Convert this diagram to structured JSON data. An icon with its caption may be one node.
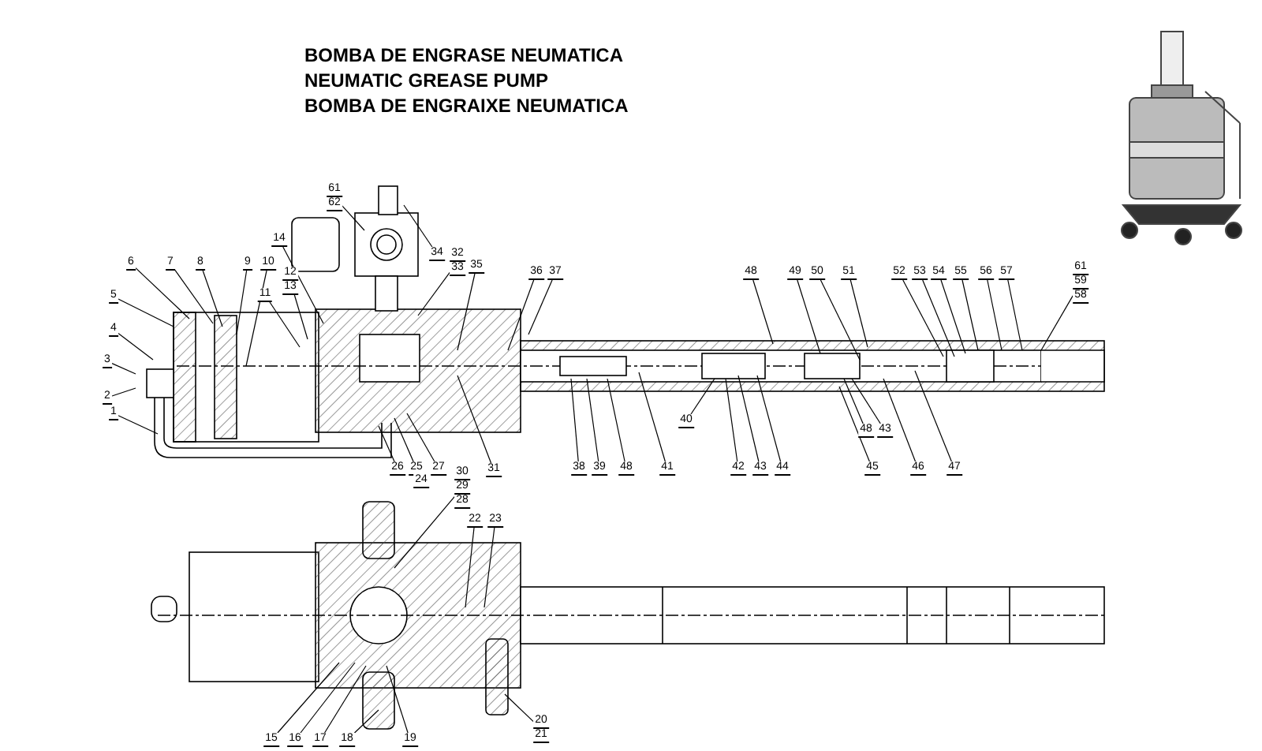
{
  "diagram": {
    "nodes": [
      {
        "text": [
          "61",
          "62"
        ]
      },
      {
        "text": [
          "34"
        ]
      },
      {
        "text": [
          "14"
        ]
      },
      {
        "text": [
          "32",
          "33"
        ]
      },
      {
        "text": [
          "35"
        ]
      },
      {
        "text": [
          "36"
        ]
      },
      {
        "text": [
          "37"
        ]
      },
      {
        "text": [
          "6"
        ]
      },
      {
        "text": [
          "7"
        ]
      },
      {
        "text": [
          "8"
        ]
      },
      {
        "text": [
          "9"
        ]
      },
      {
        "text": [
          "10"
        ]
      },
      {
        "text": [
          "12",
          "13"
        ]
      },
      {
        "text": [
          "11"
        ]
      },
      {
        "text": [
          "5"
        ]
      },
      {
        "text": [
          "4"
        ]
      },
      {
        "text": [
          "3"
        ]
      },
      {
        "text": [
          "2"
        ]
      },
      {
        "text": [
          "1"
        ]
      },
      {
        "text": [
          "26"
        ]
      },
      {
        "text": [
          "25"
        ]
      },
      {
        "text": [
          "27"
        ]
      },
      {
        "text": [
          "31"
        ]
      },
      {
        "text": [
          "48"
        ]
      },
      {
        "text": [
          "49"
        ]
      },
      {
        "text": [
          "50"
        ]
      },
      {
        "text": [
          "51"
        ]
      },
      {
        "text": [
          "52"
        ]
      },
      {
        "text": [
          "53"
        ]
      },
      {
        "text": [
          "54"
        ]
      },
      {
        "text": [
          "55"
        ]
      },
      {
        "text": [
          "56"
        ]
      },
      {
        "text": [
          "57"
        ]
      },
      {
        "text": [
          "61",
          "59",
          "58"
        ]
      },
      {
        "text": [
          "38"
        ]
      },
      {
        "text": [
          "39"
        ]
      },
      {
        "text": [
          "48"
        ]
      },
      {
        "text": [
          "41"
        ]
      },
      {
        "text": [
          "40"
        ]
      },
      {
        "text": [
          "42"
        ]
      },
      {
        "text": [
          "43"
        ]
      },
      {
        "text": [
          "44"
        ]
      },
      {
        "text": [
          "48"
        ]
      },
      {
        "text": [
          "43"
        ]
      },
      {
        "text": [
          "45"
        ]
      },
      {
        "text": [
          "46"
        ]
      },
      {
        "text": [
          "47"
        ]
      },
      {
        "text": [
          "30",
          "29",
          "28"
        ]
      },
      {
        "text": [
          "22"
        ]
      },
      {
        "text": [
          "23"
        ]
      },
      {
        "text": [
          "15"
        ]
      },
      {
        "text": [
          "16"
        ]
      },
      {
        "text": [
          "17"
        ]
      },
      {
        "text": [
          "18"
        ]
      },
      {
        "text": [
          "19"
        ]
      },
      {
        "text": [
          "20",
          "21"
        ]
      }
    ],
    "edges": [
      {
        "from": 0,
        "to": null,
        "arrow": "none"
      },
      {
        "from": 1,
        "to": null,
        "arrow": "none"
      },
      {
        "from": 2,
        "to": null,
        "arrow": "none"
      },
      {
        "from": 3,
        "to": null,
        "arrow": "none"
      },
      {
        "from": 4,
        "to": null,
        "arrow": "none"
      },
      {
        "from": 5,
        "to": null,
        "arrow": "none"
      },
      {
        "from": 6,
        "to": null,
        "arrow": "none"
      },
      {
        "from": 7,
        "to": null,
        "arrow": "none"
      },
      {
        "from": 8,
        "to": null,
        "arrow": "none"
      },
      {
        "from": 9,
        "to": null,
        "arrow": "none"
      },
      {
        "from": 10,
        "to": null,
        "arrow": "none"
      },
      {
        "from": 11,
        "to": null,
        "arrow": "none"
      },
      {
        "from": 12,
        "to": null,
        "arrow": "none"
      },
      {
        "from": 13,
        "to": null,
        "arrow": "none"
      },
      {
        "from": 14,
        "to": null,
        "arrow": "none"
      },
      {
        "from": 15,
        "to": null,
        "arrow": "none"
      },
      {
        "from": 16,
        "to": null,
        "arrow": "none"
      },
      {
        "from": 17,
        "to": null,
        "arrow": "none"
      },
      {
        "from": 18,
        "to": null,
        "arrow": "none"
      },
      {
        "from": 19,
        "to": null,
        "arrow": "none"
      },
      {
        "from": 20,
        "to": null,
        "arrow": "none"
      },
      {
        "from": 21,
        "to": null,
        "arrow": "none"
      },
      {
        "from": 22,
        "to": null,
        "arrow": "none"
      },
      {
        "from": 23,
        "to": null,
        "arrow": "none"
      },
      {
        "from": 24,
        "to": null,
        "arrow": "none"
      },
      {
        "from": 25,
        "to": null,
        "arrow": "none"
      },
      {
        "from": 26,
        "to": null,
        "arrow": "none"
      },
      {
        "from": 27,
        "to": null,
        "arrow": "none"
      },
      {
        "from": 28,
        "to": null,
        "arrow": "none"
      },
      {
        "from": 29,
        "to": null,
        "arrow": "none"
      },
      {
        "from": 30,
        "to": null,
        "arrow": "none"
      },
      {
        "from": 31,
        "to": null,
        "arrow": "none"
      },
      {
        "from": 32,
        "to": null,
        "arrow": "none"
      },
      {
        "from": 33,
        "to": null,
        "arrow": "none"
      },
      {
        "from": 34,
        "to": null,
        "arrow": "none"
      },
      {
        "from": 35,
        "to": null,
        "arrow": "none"
      },
      {
        "from": 36,
        "to": null,
        "arrow": "none"
      },
      {
        "from": 37,
        "to": null,
        "arrow": "none"
      },
      {
        "from": 38,
        "to": null,
        "arrow": "none"
      },
      {
        "from": 39,
        "to": null,
        "arrow": "none"
      },
      {
        "from": 40,
        "to": null,
        "arrow": "none"
      },
      {
        "from": 41,
        "to": null,
        "arrow": "none"
      },
      {
        "from": 42,
        "to": null,
        "arrow": "none"
      },
      {
        "from": 43,
        "to": null,
        "arrow": "none"
      },
      {
        "from": 44,
        "to": null,
        "arrow": "none"
      },
      {
        "from": 45,
        "to": null,
        "arrow": "none"
      },
      {
        "from": 46,
        "to": null,
        "arrow": "none"
      },
      {
        "from": 47,
        "to": null,
        "arrow": "none"
      },
      {
        "from": 48,
        "to": null,
        "arrow": "none"
      },
      {
        "from": 49,
        "to": null,
        "arrow": "none"
      },
      {
        "from": 50,
        "to": null,
        "arrow": "none"
      },
      {
        "from": 51,
        "to": null,
        "arrow": "none"
      },
      {
        "from": 52,
        "to": null,
        "arrow": "none"
      },
      {
        "from": 53,
        "to": null,
        "arrow": "none"
      },
      {
        "from": 54,
        "to": null,
        "arrow": "none"
      },
      {
        "from": 55,
        "to": null,
        "arrow": "none"
      }
    ],
    "labels": [
      "BOMBA DE ENGRASE NEUMATICA",
      "NEUMATIC GREASE PUMP",
      "BOMBA DE ENGRAIXE NEUMATICA",
      "24"
    ]
  }
}
